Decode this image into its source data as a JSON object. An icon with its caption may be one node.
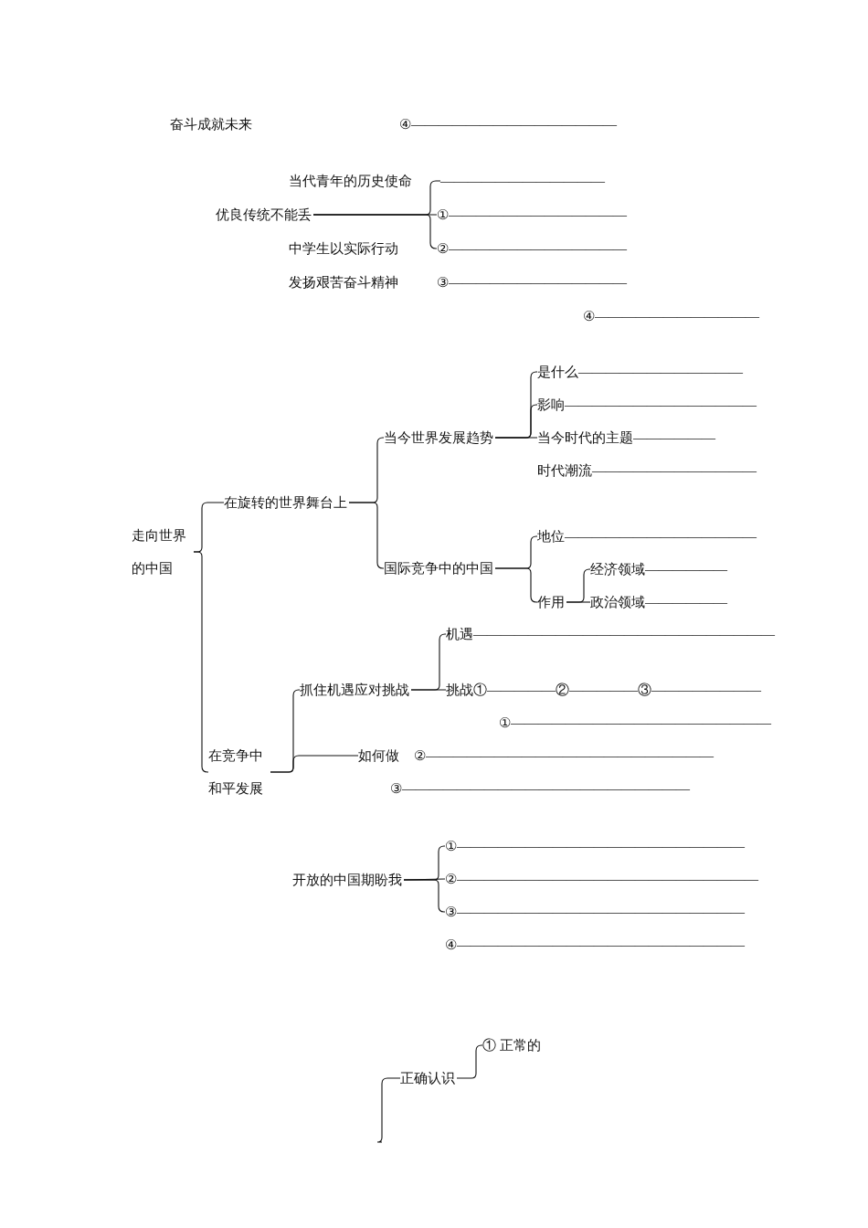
{
  "diagram": {
    "nodes": [
      {
        "text": [
          "奋斗成就未来"
        ]
      },
      {
        "text": [
          "当代青年的历史使命"
        ]
      },
      {
        "text": [
          "优良传统不能丢"
        ]
      },
      {
        "text": [
          "中学生以实际行动"
        ]
      },
      {
        "text": [
          "发扬艰苦奋斗精神"
        ]
      },
      {
        "text": [
          "————————————"
        ]
      },
      {
        "text": [
          "①—————————————"
        ]
      },
      {
        "text": [
          "②—————————————"
        ]
      },
      {
        "text": [
          "走向世界的中国"
        ]
      },
      {
        "text": [
          "在旋转的世界舞台上"
        ]
      },
      {
        "text": [
          "当今世界发展趋势"
        ]
      },
      {
        "text": [
          "是什么————————————"
        ]
      },
      {
        "text": [
          "影响——————————————"
        ]
      },
      {
        "text": [
          "当今时代的主题——————"
        ]
      },
      {
        "text": [
          "时代潮流————————————"
        ]
      },
      {
        "text": [
          "国际竞争中的中国"
        ]
      },
      {
        "text": [
          "地位——————————————"
        ]
      },
      {
        "text": [
          "作用"
        ]
      },
      {
        "text": [
          "经济领域——————"
        ]
      },
      {
        "text": [
          "政治领域——————"
        ]
      },
      {
        "text": [
          "在竞争中和平发展"
        ]
      },
      {
        "text": [
          "抓住机遇应对挑战"
        ]
      },
      {
        "text": [
          "机遇——————————————————————"
        ]
      },
      {
        "text": [
          "挑战①—————②—————③————————"
        ]
      },
      {
        "text": [
          "①———————————————————"
        ]
      },
      {
        "text": [
          "如何做"
        ],
        "beside": [
          "②—————————————————————"
        ]
      },
      {
        "text": [
          "③—————————————————————"
        ]
      },
      {
        "text": [
          "开放的中国期盼我"
        ]
      },
      {
        "text": [
          "①—————————————————————"
        ]
      },
      {
        "text": [
          "②——————————————————————"
        ]
      },
      {
        "text": [
          "③—————————————————————"
        ]
      },
      {
        "text": [
          "④—————————————————————"
        ]
      },
      {
        "text": [
          "正确认识"
        ]
      },
      {
        "text": [
          "① 正常的"
        ]
      }
    ],
    "edges": [
      {
        "from": 2,
        "to": 5,
        "arrow": "none"
      },
      {
        "from": 2,
        "to": 6,
        "arrow": "none"
      },
      {
        "from": 2,
        "to": 7,
        "arrow": "none"
      },
      {
        "from": 8,
        "to": 9,
        "arrow": "none"
      },
      {
        "from": 8,
        "to": 20,
        "arrow": "none"
      },
      {
        "from": 9,
        "to": 10,
        "arrow": "none"
      },
      {
        "from": 9,
        "to": 15,
        "arrow": "none"
      },
      {
        "from": 10,
        "to": 11,
        "arrow": "none"
      },
      {
        "from": 10,
        "to": 12,
        "arrow": "none"
      },
      {
        "from": 10,
        "to": 13,
        "arrow": "none"
      },
      {
        "from": 15,
        "to": 16,
        "arrow": "none"
      },
      {
        "from": 15,
        "to": 17,
        "arrow": "none"
      },
      {
        "from": 17,
        "to": 18,
        "arrow": "none"
      },
      {
        "from": 17,
        "to": 19,
        "arrow": "none"
      },
      {
        "from": 20,
        "to": 21,
        "arrow": "none"
      },
      {
        "from": 20,
        "to": 25,
        "arrow": "none"
      },
      {
        "from": 21,
        "to": 22,
        "arrow": "none"
      },
      {
        "from": 21,
        "to": 23,
        "arrow": "none"
      },
      {
        "from": 27,
        "to": 28,
        "arrow": "none"
      },
      {
        "from": 27,
        "to": 29,
        "arrow": "none"
      },
      {
        "from": 27,
        "to": 30,
        "arrow": "none"
      },
      {
        "from": 32,
        "to": 33,
        "arrow": "none"
      },
      {
        "from": null,
        "to": 32,
        "arrow": "none"
      }
    ],
    "labels": [
      "④———————————————",
      "③—————————————",
      "④————————————"
    ]
  }
}
